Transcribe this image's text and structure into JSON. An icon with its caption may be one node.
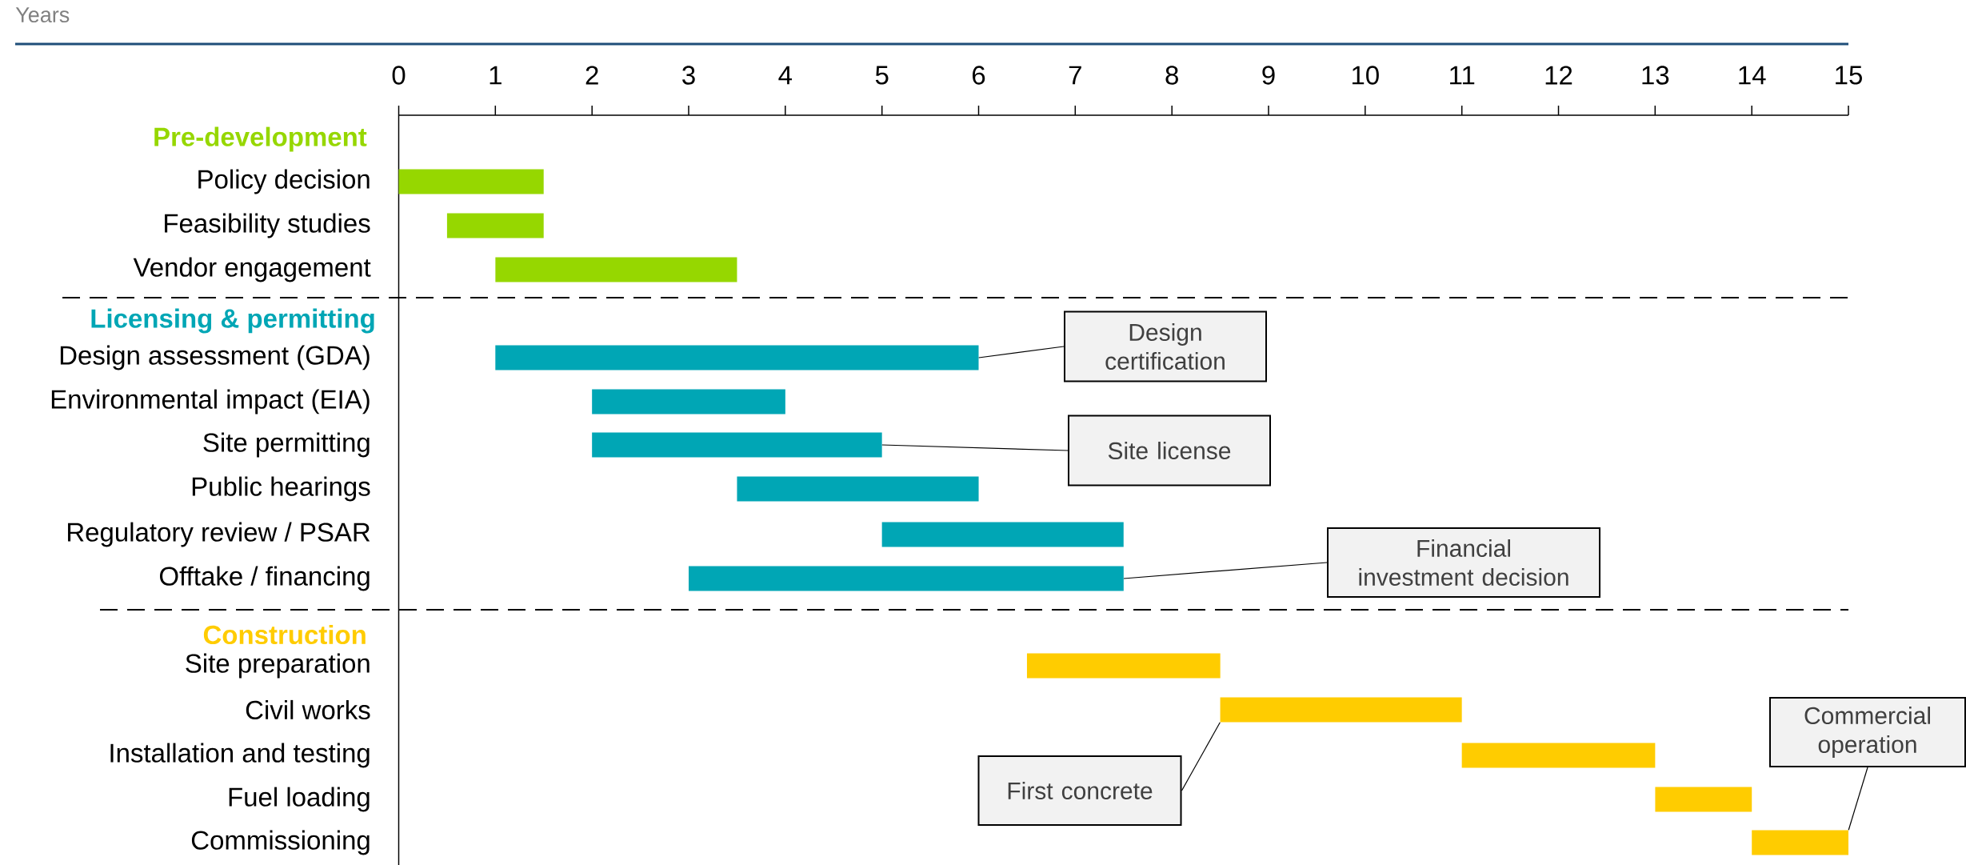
{
  "diagram": {
    "nodes": [
      {
        "text": [],
        "shape": "bar"
      },
      {
        "text": [],
        "shape": "bar"
      },
      {
        "text": [],
        "shape": "bar"
      },
      {
        "text": [],
        "shape": "bar"
      },
      {
        "text": [],
        "shape": "bar"
      },
      {
        "text": [],
        "shape": "bar"
      },
      {
        "text": [],
        "shape": "bar"
      },
      {
        "text": [],
        "shape": "bar"
      },
      {
        "text": [],
        "shape": "bar"
      },
      {
        "text": [],
        "shape": "bar"
      },
      {
        "text": [],
        "shape": "bar"
      },
      {
        "text": [],
        "shape": "bar"
      },
      {
        "text": [],
        "shape": "bar"
      },
      {
        "text": [],
        "shape": "bar"
      },
      {
        "text": [
          "Design certification"
        ]
      },
      {
        "text": [
          "Site license"
        ]
      },
      {
        "text": [
          "Financial investment decision"
        ]
      },
      {
        "text": [
          "First concrete"
        ]
      },
      {
        "text": [
          "Commercial operation"
        ]
      }
    ],
    "edges": [
      {
        "from": 14,
        "to": 3,
        "arrow": "none"
      },
      {
        "from": 15,
        "to": 5,
        "arrow": "none"
      },
      {
        "from": 16,
        "to": 8,
        "arrow": "none"
      },
      {
        "from": 17,
        "to": 10,
        "arrow": "none"
      },
      {
        "from": 18,
        "to": 13,
        "arrow": "none"
      }
    ],
    "labels": [
      "Years",
      "0",
      "1",
      "2",
      "3",
      "4",
      "5",
      "6",
      "7",
      "8",
      "9",
      "10",
      "11",
      "12",
      "13",
      "14",
      "15",
      "Pre-development",
      "Policy decision",
      "Feasibility studies",
      "Vendor engagement",
      "Licensing & permitting",
      "Design assessment (GDA)",
      "Environmental impact (EIA)",
      "Site permitting",
      "Public hearings",
      "Regulatory review / PSAR",
      "Offtake / financing",
      "Construction",
      "Site preparation",
      "Civil works",
      "Installation and testing",
      "Fuel loading",
      "Commissioning"
    ]
  }
}
